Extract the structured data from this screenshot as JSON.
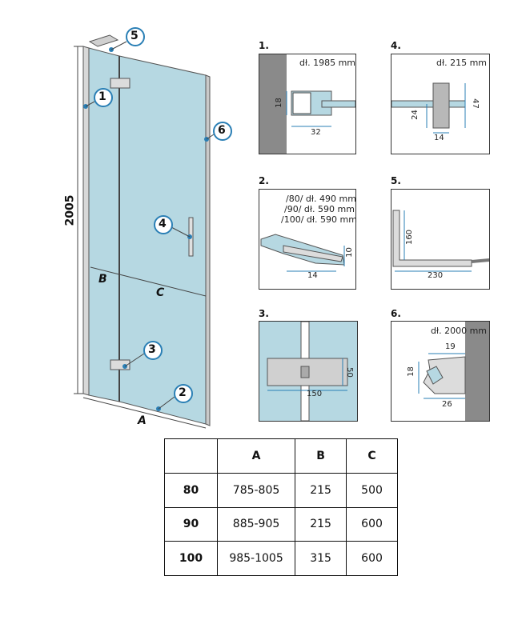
{
  "main": {
    "height_label": "2005",
    "dim_a": "A",
    "dim_b": "B",
    "dim_c": "C",
    "markers": [
      "1",
      "2",
      "3",
      "4",
      "5",
      "6"
    ]
  },
  "details": [
    {
      "num": "1.",
      "note": "dł. 1985 mm",
      "dims": [
        "18",
        "32"
      ]
    },
    {
      "num": "2.",
      "notes": [
        "/80/ dł. 490 mm",
        "/90/ dł. 590 mm",
        "/100/ dł. 590 mm"
      ],
      "dims": [
        "10",
        "14"
      ]
    },
    {
      "num": "3.",
      "dims": [
        "50",
        "150"
      ]
    },
    {
      "num": "4.",
      "note": "dł. 215 mm",
      "dims": [
        "47",
        "24",
        "14"
      ]
    },
    {
      "num": "5.",
      "dims": [
        "160",
        "230"
      ]
    },
    {
      "num": "6.",
      "note": "dł. 2000 mm",
      "dims": [
        "19",
        "18",
        "26"
      ]
    }
  ],
  "table": {
    "headers": [
      "",
      "A",
      "B",
      "C"
    ],
    "rows": [
      [
        "80",
        "785-805",
        "215",
        "500"
      ],
      [
        "90",
        "885-905",
        "215",
        "600"
      ],
      [
        "100",
        "985-1005",
        "315",
        "600"
      ]
    ]
  },
  "colors": {
    "glass": "#b6d8e2",
    "profile": "#c9c9c9",
    "wall": "#8a8a8a"
  }
}
